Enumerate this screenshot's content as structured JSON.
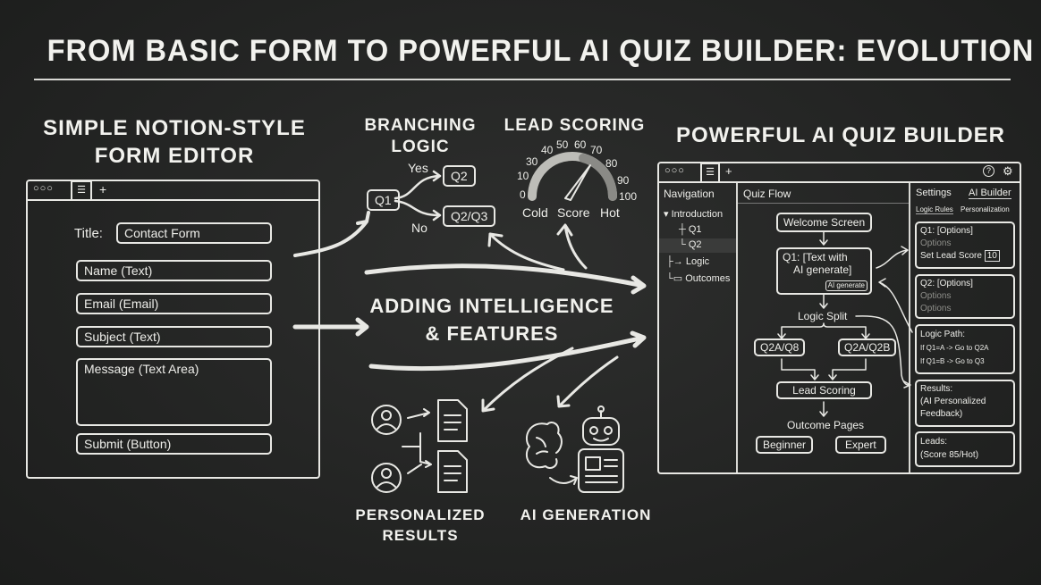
{
  "title": "From Basic Form to Powerful AI Quiz Builder: Evolution",
  "left": {
    "heading1": "Simple Notion-Style",
    "heading2": "Form Editor",
    "title_label": "Title:",
    "title_value": "Contact Form",
    "fields": [
      "Name (Text)",
      "Email (Email)",
      "Subject (Text)",
      "Message (Text Area)",
      "Submit (Button)"
    ],
    "tab_plus": "+"
  },
  "branching": {
    "heading1": "Branching",
    "heading2": "Logic",
    "q1": "Q1",
    "q2": "Q2",
    "q2q3": "Q2/Q3",
    "yes": "Yes",
    "no": "No"
  },
  "lead_scoring": {
    "heading": "Lead Scoring",
    "ticks": [
      "0",
      "10",
      "30",
      "40",
      "50",
      "60",
      "70",
      "80",
      "90",
      "100"
    ],
    "cold": "Cold",
    "score": "Score",
    "hot": "Hot",
    "needle_value": 70
  },
  "center": {
    "line1": "Adding Intelligence",
    "line2": "& Features"
  },
  "personalized": {
    "line1": "Personalized",
    "line2": "Results"
  },
  "ai_generation": {
    "label": "AI Generation"
  },
  "right": {
    "heading": "Powerful AI Quiz Builder",
    "tab_plus": "+",
    "nav": {
      "title": "Navigation",
      "items": [
        "Introduction",
        "Q1",
        "Q2",
        "Logic",
        "Outcomes"
      ]
    },
    "flow": {
      "title": "Quiz Flow",
      "welcome": "Welcome Screen",
      "q1_line1": "Q1: [Text with",
      "q1_line2": "AI generate]",
      "ai_button": "AI generate",
      "logic_split": "Logic Split",
      "branch_a": "Q2A/Q8",
      "branch_b": "Q2A/Q2B",
      "lead_scoring": "Lead Scoring",
      "outcome_pages": "Outcome Pages",
      "beginner": "Beginner",
      "expert": "Expert"
    },
    "settings": {
      "tab_settings": "Settings",
      "tab_ai": "AI Builder",
      "sub_logic": "Logic Rules",
      "sub_personalization": "Personalization",
      "q1_title": "Q1: [Options]",
      "q1_opt": "Options",
      "q1_score_label": "Set Lead Score",
      "q1_score": "10",
      "q2_title": "Q2: [Options]",
      "q2_opt1": "Options",
      "q2_opt2": "Options",
      "logic_title": "Logic Path:",
      "logic_1": "If Q1=A -> Go to Q2A",
      "logic_2": "If Q1=B -> Go to Q3",
      "results_1": "Results:",
      "results_2": "(AI Personalized",
      "results_3": "Feedback)",
      "leads_1": "Leads:",
      "leads_2": "(Score 85/Hot)"
    }
  }
}
